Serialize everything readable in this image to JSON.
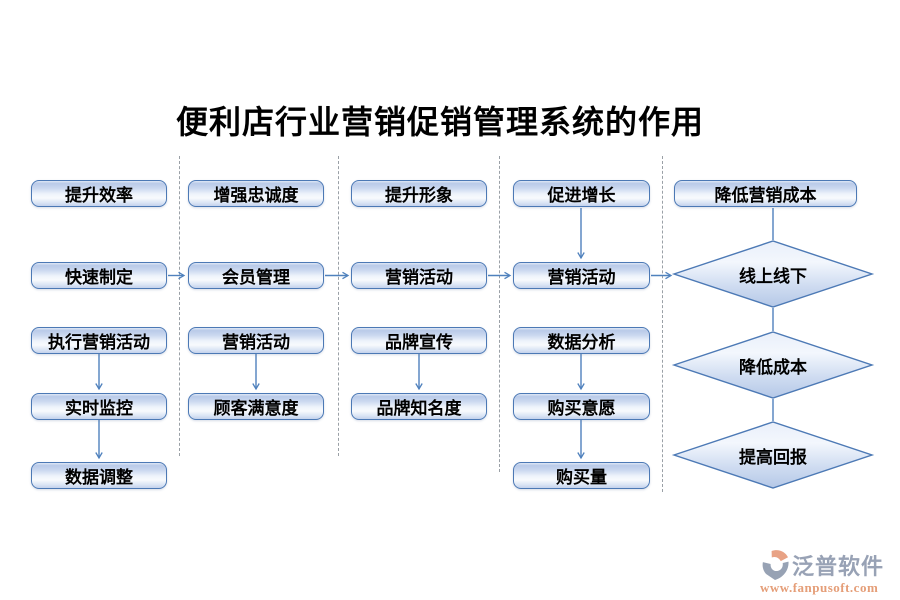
{
  "title": "便利店行业营销促销管理系统的作用",
  "columns": [
    {
      "nodes": [
        "提升效率",
        "快速制定",
        "执行营销活动",
        "实时监控",
        "数据调整"
      ]
    },
    {
      "nodes": [
        "增强忠诚度",
        "会员管理",
        "营销活动",
        "顾客满意度"
      ]
    },
    {
      "nodes": [
        "提升形象",
        "营销活动",
        "品牌宣传",
        "品牌知名度"
      ]
    },
    {
      "nodes": [
        "促进增长",
        "营销活动",
        "数据分析",
        "购买意愿",
        "购买量"
      ]
    },
    {
      "nodes": [
        "降低营销成本"
      ],
      "diamonds": [
        "线上线下",
        "降低成本",
        "提高回报"
      ]
    }
  ],
  "logo": {
    "brand": "泛普软件",
    "url": "www.fanpusoft.com"
  },
  "colors": {
    "accent_blue": "#4f81bd",
    "node_border": "#4c79b5",
    "separator_gray": "#9aa0a6",
    "title_black": "#000000",
    "brand_gray": "#98a2b5",
    "brand_orange": "#e59e78"
  }
}
